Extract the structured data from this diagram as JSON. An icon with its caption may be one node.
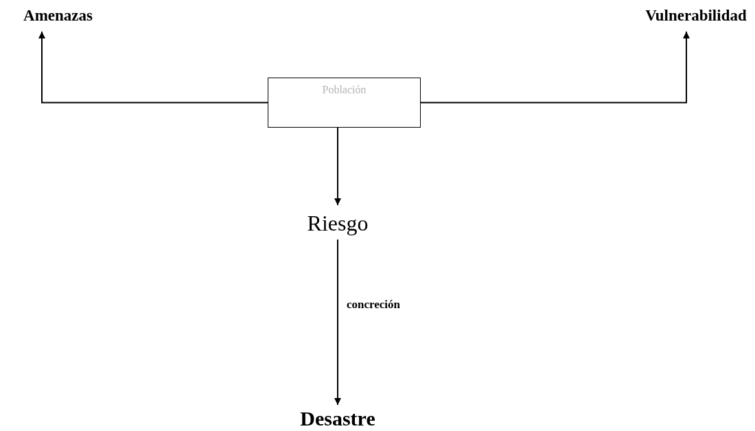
{
  "diagram": {
    "nodes": [
      {
        "text": [
          "Población"
        ]
      },
      {
        "text": [
          "Amenazas"
        ]
      },
      {
        "text": [
          "Vulnerabilidad"
        ]
      },
      {
        "text": [
          "Riesgo"
        ]
      },
      {
        "text": [
          "Desastre"
        ]
      }
    ],
    "edges": [
      {
        "from": 0,
        "to": 1,
        "arrow": "to"
      },
      {
        "from": 0,
        "to": 2,
        "arrow": "to"
      },
      {
        "from": 0,
        "to": 3,
        "arrow": "to"
      },
      {
        "from": 3,
        "to": 4,
        "arrow": "to",
        "label": "concreción"
      }
    ]
  }
}
